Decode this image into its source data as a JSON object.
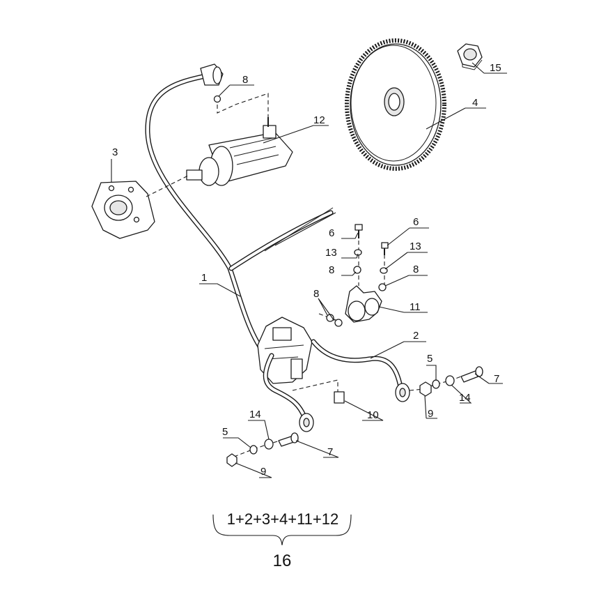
{
  "callouts": {
    "c1": "1",
    "c2": "2",
    "c3": "3",
    "c4": "4",
    "c5a": "5",
    "c5b": "5",
    "c6a": "6",
    "c6b": "6",
    "c7a": "7",
    "c7b": "7",
    "c8a": "8",
    "c8b": "8",
    "c8c": "8",
    "c8d": "8",
    "c9a": "9",
    "c9b": "9",
    "c10": "10",
    "c11": "11",
    "c12": "12",
    "c13a": "13",
    "c13b": "13",
    "c14a": "14",
    "c14b": "14",
    "c15": "15"
  },
  "kit": {
    "formula": "1+2+3+4+11+12",
    "number": "16"
  }
}
